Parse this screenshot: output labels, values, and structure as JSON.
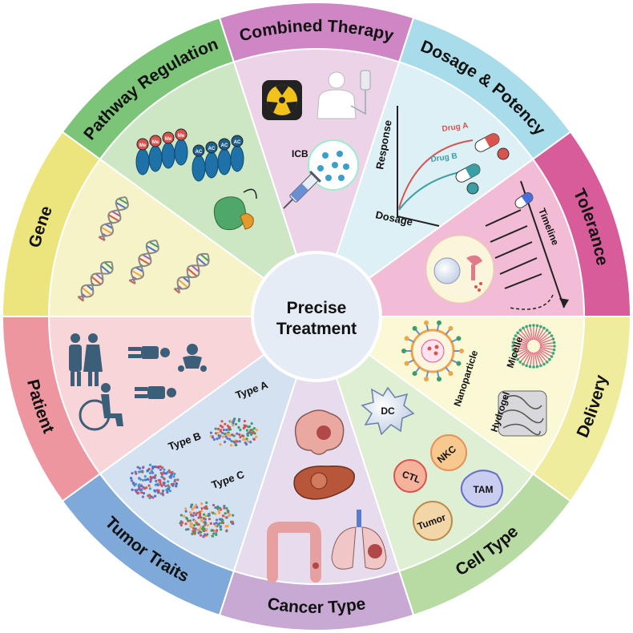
{
  "center": {
    "line1": "Precise",
    "line2": "Treatment"
  },
  "sectors": [
    {
      "key": "combined-therapy",
      "label": "Combined Therapy",
      "outer_color": "#cf86c4",
      "inner_color": "#ecd3e8"
    },
    {
      "key": "dosage-potency",
      "label": "Dosage & Potency",
      "outer_color": "#a9dcea",
      "inner_color": "#dcf0f5"
    },
    {
      "key": "tolerance",
      "label": "Tolerance",
      "outer_color": "#d85c9a",
      "inner_color": "#f2bcd6"
    },
    {
      "key": "delivery",
      "label": "Delivery",
      "outer_color": "#f0ec9e",
      "inner_color": "#fbf8d6"
    },
    {
      "key": "cell-type",
      "label": "Cell Type",
      "outer_color": "#b8dba4",
      "inner_color": "#deefd4"
    },
    {
      "key": "cancer-type",
      "label": "Cancer Type",
      "outer_color": "#c7a9d3",
      "inner_color": "#e7dcee"
    },
    {
      "key": "tumor-traits",
      "label": "Tumor Traits",
      "outer_color": "#7fa9d8",
      "inner_color": "#d3e1f1"
    },
    {
      "key": "patient",
      "label": "Patient",
      "outer_color": "#ee96a0",
      "inner_color": "#f8d5d9"
    },
    {
      "key": "gene",
      "label": "Gene",
      "outer_color": "#ece47c",
      "inner_color": "#f7f3c8"
    },
    {
      "key": "pathway-regulation",
      "label": "Pathway Regulation",
      "outer_color": "#7cc478",
      "inner_color": "#cde6c4"
    }
  ],
  "details": {
    "icb": "ICB",
    "response": "Response",
    "dosage": "Dosage",
    "drug_a": "Drug A",
    "drug_b": "Drug B",
    "timeline": "Timeline",
    "nanoparticle": "Nanoparticle",
    "micelle": "Micelle",
    "hydrogel": "Hydrogel",
    "type_a": "Type A",
    "type_b": "Type B",
    "type_c": "Type C",
    "cells": [
      "DC",
      "NKC",
      "CTL",
      "TAM",
      "Tumor"
    ],
    "me": "Me",
    "ac": "AC"
  },
  "colors": {
    "radiation": "#f2c21b",
    "drug_a": "#d9534f",
    "drug_b": "#3a9ea5",
    "patient": "#3b5f78",
    "outline": "#333333"
  },
  "icons": [
    "radiation-icon",
    "patient-iv-icon",
    "syringe-icon",
    "pill-icon",
    "dna-icon",
    "nucleosome-icon",
    "brain-icon",
    "liver-icon",
    "colon-icon",
    "lung-icon",
    "family-icon",
    "wheelchair-icon",
    "baby-icon"
  ]
}
